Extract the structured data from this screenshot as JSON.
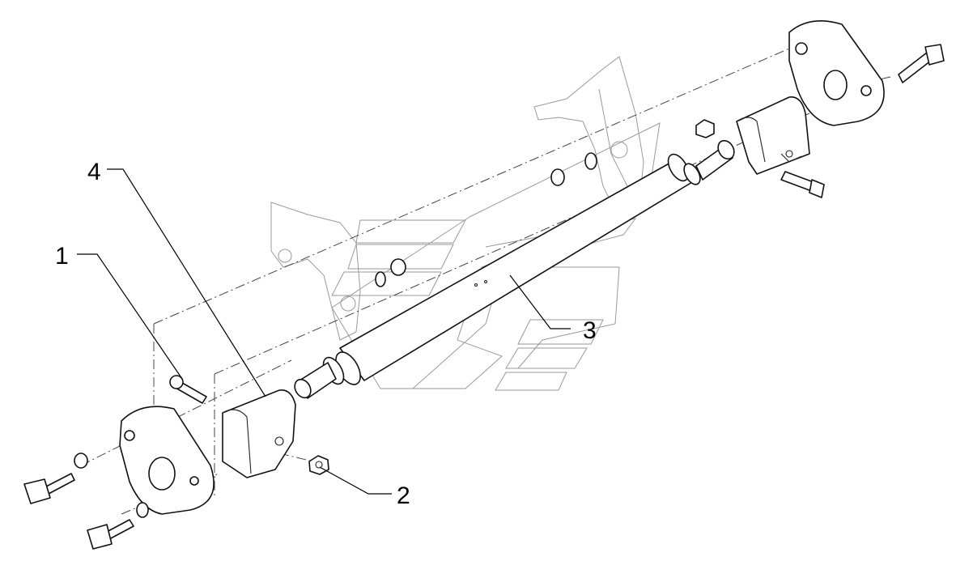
{
  "callouts": [
    {
      "id": "callout-1",
      "number": "1"
    },
    {
      "id": "callout-2",
      "number": "2"
    },
    {
      "id": "callout-3",
      "number": "3"
    },
    {
      "id": "callout-4",
      "number": "4"
    }
  ]
}
